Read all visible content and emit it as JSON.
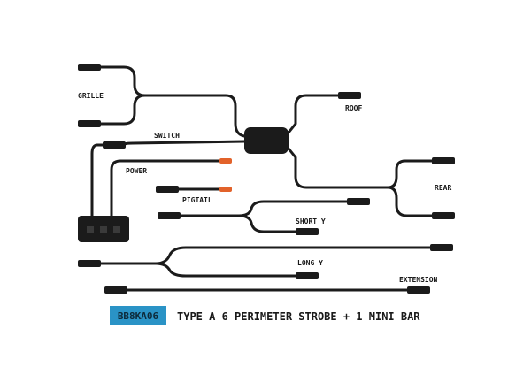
{
  "labels": {
    "grille": "GRILLE",
    "roof": "ROOF",
    "switch": "SWITCH",
    "power": "POWER",
    "rear": "REAR",
    "pigtail": "PIGTAIL",
    "short_y": "SHORT Y",
    "long_y": "LONG Y",
    "extension": "EXTENSION"
  },
  "footer": {
    "sku": "BB8KA06",
    "title": "TYPE A 6 PERIMETER STROBE + 1 MINI BAR"
  },
  "colors": {
    "wire": "#1b1b1b",
    "tip": "#e2622a",
    "sku_badge": "#2a93c6"
  }
}
